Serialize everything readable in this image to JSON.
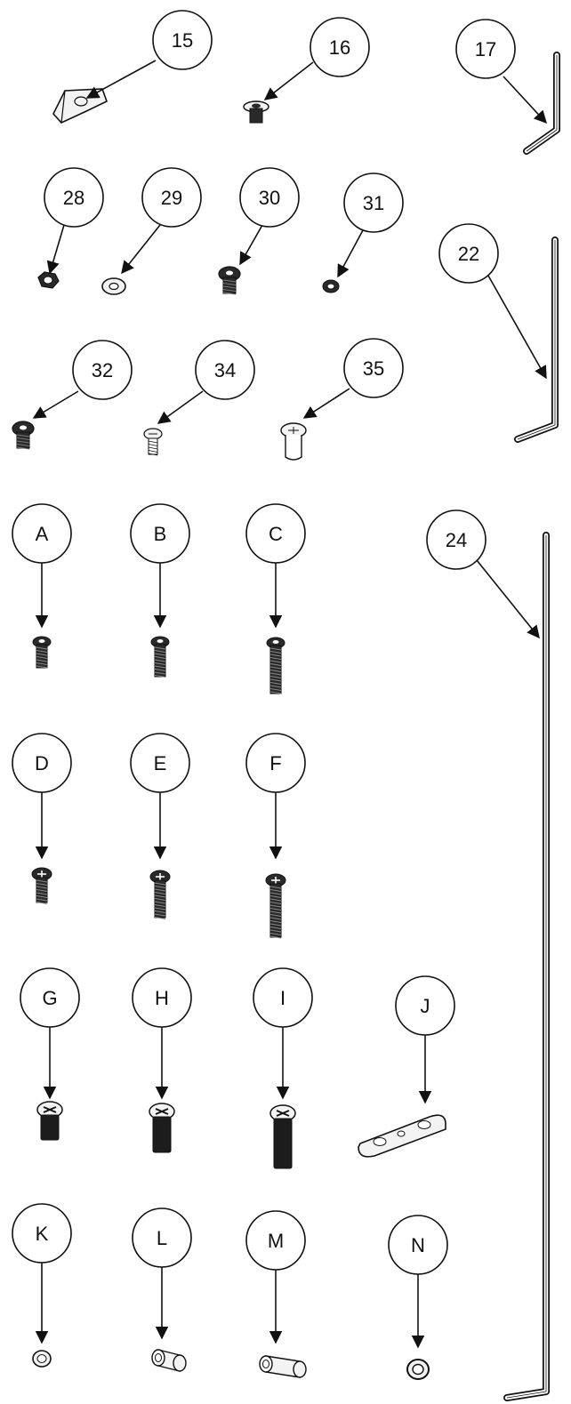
{
  "colors": {
    "ink": "#111111",
    "metal": "#2a2a2a",
    "paper": "#ffffff",
    "light": "#f3f3f3"
  },
  "parts": [
    {
      "id": "p15",
      "label": "15",
      "icon": "wedge-clip"
    },
    {
      "id": "p16",
      "label": "16",
      "icon": "flat-head-screw"
    },
    {
      "id": "p17",
      "label": "17",
      "icon": "hex-key-small"
    },
    {
      "id": "p28",
      "label": "28",
      "icon": "hex-nut"
    },
    {
      "id": "p29",
      "label": "29",
      "icon": "flat-washer"
    },
    {
      "id": "p30",
      "label": "30",
      "icon": "button-head-bolt"
    },
    {
      "id": "p31",
      "label": "31",
      "icon": "small-washer"
    },
    {
      "id": "p22",
      "label": "22",
      "icon": "hex-key-medium"
    },
    {
      "id": "p32",
      "label": "32",
      "icon": "button-head-bolt"
    },
    {
      "id": "p34",
      "label": "34",
      "icon": "small-screw"
    },
    {
      "id": "p35",
      "label": "35",
      "icon": "phillips-sleeve"
    },
    {
      "id": "p24",
      "label": "24",
      "icon": "hex-key-long"
    },
    {
      "id": "pA",
      "label": "A",
      "icon": "hex-socket-screw-short"
    },
    {
      "id": "pB",
      "label": "B",
      "icon": "hex-socket-screw-medium"
    },
    {
      "id": "pC",
      "label": "C",
      "icon": "hex-socket-screw-long"
    },
    {
      "id": "pD",
      "label": "D",
      "icon": "phillips-screw-short"
    },
    {
      "id": "pE",
      "label": "E",
      "icon": "phillips-screw-medium"
    },
    {
      "id": "pF",
      "label": "F",
      "icon": "phillips-screw-long"
    },
    {
      "id": "pG",
      "label": "G",
      "icon": "phillips-bolt-short"
    },
    {
      "id": "pH",
      "label": "H",
      "icon": "phillips-bolt-medium"
    },
    {
      "id": "pI",
      "label": "I",
      "icon": "phillips-bolt-long"
    },
    {
      "id": "pJ",
      "label": "J",
      "icon": "mounting-plate"
    },
    {
      "id": "pK",
      "label": "K",
      "icon": "spacer-ring"
    },
    {
      "id": "pL",
      "label": "L",
      "icon": "spacer-sleeve"
    },
    {
      "id": "pM",
      "label": "M",
      "icon": "spacer-sleeve-long"
    },
    {
      "id": "pN",
      "label": "N",
      "icon": "spacer-ring-thick"
    }
  ]
}
